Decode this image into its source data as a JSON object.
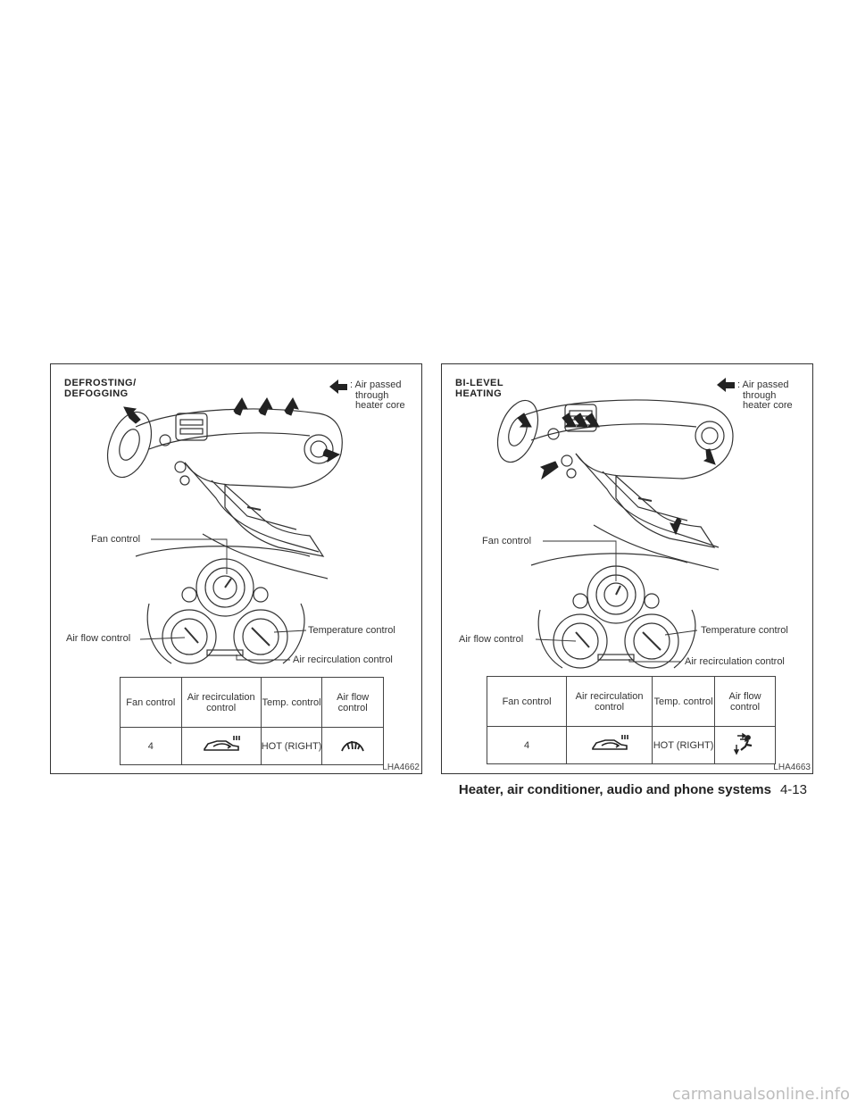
{
  "panels": [
    {
      "title_lines": [
        "DEFROSTING/",
        "DEFOGGING"
      ],
      "legend_lines": [
        ": Air passed",
        "through",
        "heater core"
      ],
      "callouts": {
        "fan": "Fan control",
        "airflow": "Air flow control",
        "temp": "Temperature control",
        "recirc": "Air recirculation control"
      },
      "table": {
        "headers": [
          "Fan control",
          "Air recirculation control",
          "Temp. control",
          "Air flow control"
        ],
        "fan_value": "4",
        "recirc_icon": "recirculation-off-icon",
        "temp_value": "HOT (RIGHT)",
        "airflow_icon": "defrost-icon"
      },
      "figure_code": "LHA4662"
    },
    {
      "title_lines": [
        "BI-LEVEL",
        "HEATING"
      ],
      "legend_lines": [
        ": Air passed",
        "through",
        "heater core"
      ],
      "callouts": {
        "fan": "Fan control",
        "airflow": "Air flow control",
        "temp": "Temperature control",
        "recirc": "Air recirculation control"
      },
      "table": {
        "headers": [
          "Fan control",
          "Air recirculation control",
          "Temp. control",
          "Air flow control"
        ],
        "fan_value": "4",
        "recirc_icon": "recirculation-off-icon",
        "temp_value": "HOT (RIGHT)",
        "airflow_icon": "bi-level-icon"
      },
      "figure_code": "LHA4663"
    }
  ],
  "footer": {
    "section": "Heater, air conditioner, audio and phone systems",
    "page": "4-13"
  },
  "watermark": "carmanualsonline.info"
}
